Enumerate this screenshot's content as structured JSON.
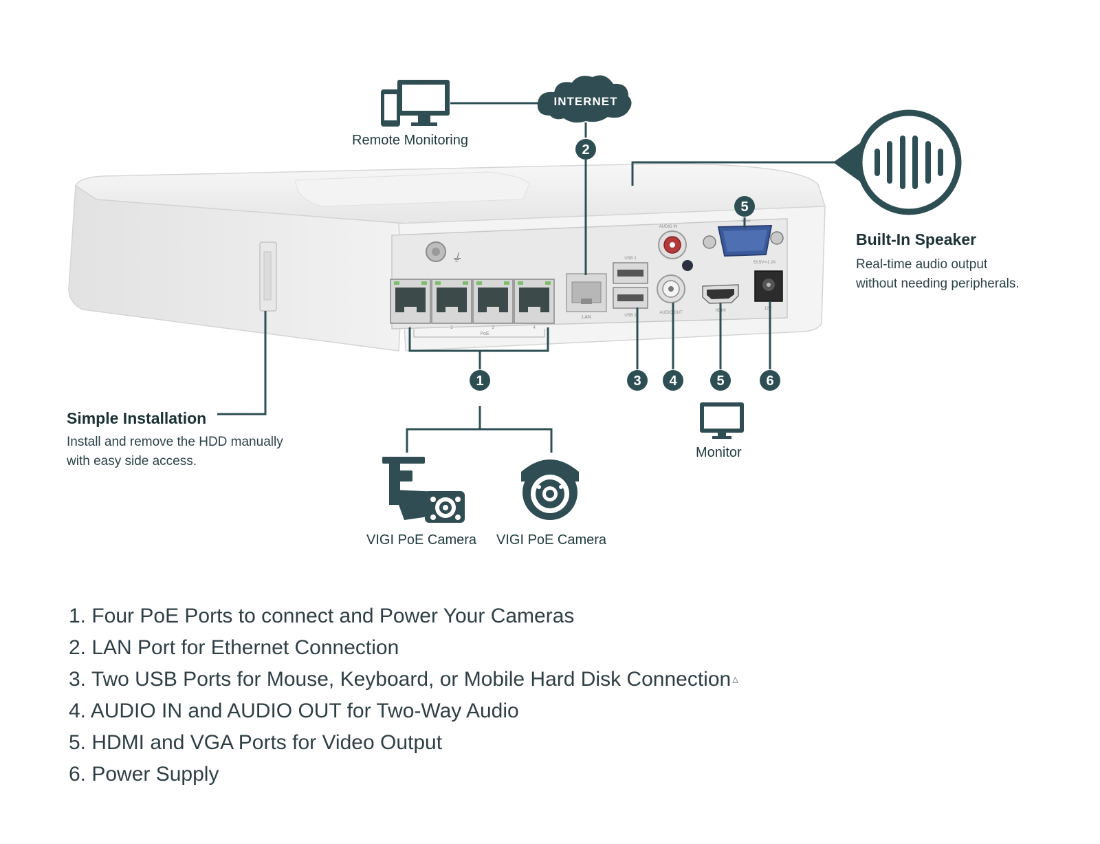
{
  "cloud": {
    "label": "INTERNET"
  },
  "remote_monitoring": {
    "label": "Remote Monitoring"
  },
  "speaker": {
    "title": "Built-In Speaker",
    "desc_line1": "Real-time audio output",
    "desc_line2": "without needing peripherals."
  },
  "installation": {
    "title": "Simple Installation",
    "desc_line1": "Install and remove the HDD manually",
    "desc_line2": "with easy side access."
  },
  "monitor": {
    "label": "Monitor"
  },
  "cameras": [
    {
      "label": "VIGI PoE Camera"
    },
    {
      "label": "VIGI PoE Camera"
    }
  ],
  "markers": [
    "1",
    "2",
    "3",
    "4",
    "5",
    "6",
    "5"
  ],
  "device_port_labels": {
    "poe": "PoE",
    "poe_ports": [
      "1",
      "2",
      "3",
      "4"
    ],
    "lan": "LAN",
    "usb1": "USB 1",
    "usb2": "USB 2",
    "audio_in": "AUDIO IN",
    "audio_out": "AUDIO OUT",
    "hdmi": "HDMI",
    "vga": "VGA",
    "power": "12V",
    "power_rating": "53.5V⎓1.2A"
  },
  "features": [
    {
      "text": "1. Four PoE Ports to connect and Power Your Cameras"
    },
    {
      "text": "2. LAN Port for Ethernet Connection"
    },
    {
      "text": "3. Two USB Ports for Mouse, Keyboard, or Mobile Hard Disk Connection",
      "mark": "△"
    },
    {
      "text": "4. AUDIO IN and AUDIO OUT for Two-Way Audio"
    },
    {
      "text": "5. HDMI and VGA Ports for Video Output"
    },
    {
      "text": "6. Power Supply"
    }
  ],
  "colors": {
    "accent": "#1f4e52",
    "line": "#2d4f54",
    "device": "#eeeeee"
  }
}
